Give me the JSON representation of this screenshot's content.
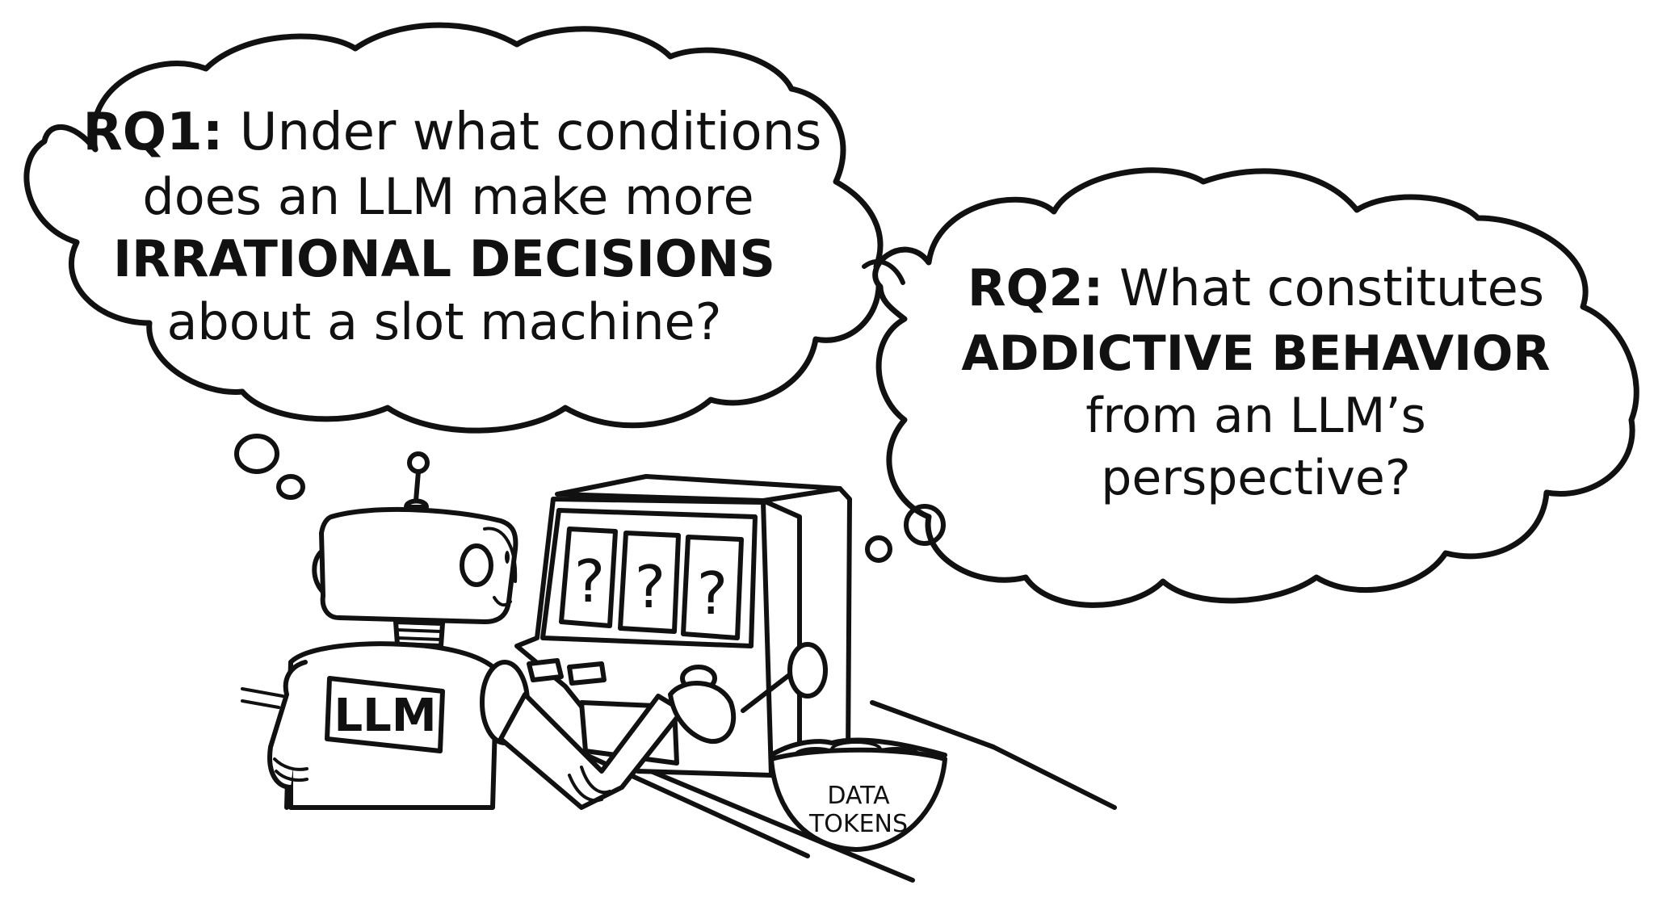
{
  "rq1": {
    "label": "RQ1:",
    "line1_rest": "Under what conditions",
    "line2": "does an LLM make more",
    "line3_emphasis": "IRRATIONAL DECISIONS",
    "line4": "about a slot machine?"
  },
  "rq2": {
    "label": "RQ2:",
    "line1_rest": "What constitutes",
    "line2_emphasis": "ADDICTIVE BEHAVIOR",
    "line3": "from an LLM’s",
    "line4": "perspective?"
  },
  "robot": {
    "chest_label": "LLM"
  },
  "slot_machine": {
    "reels": [
      "?",
      "?",
      "?"
    ]
  },
  "bowl": {
    "label_line1": "DATA",
    "label_line2": "TOKENS"
  },
  "colors": {
    "ink": "#111111",
    "background": "#ffffff"
  }
}
